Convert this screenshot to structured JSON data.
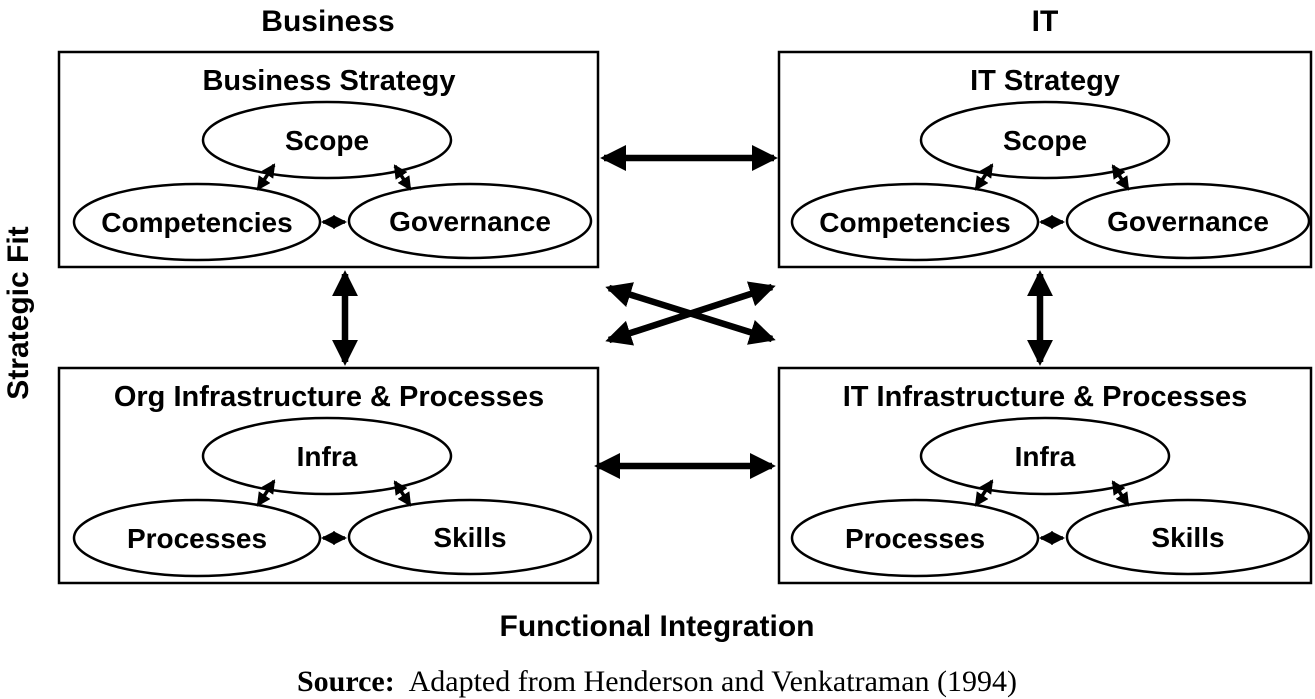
{
  "diagram": {
    "top_labels": {
      "business": "Business",
      "it": "IT"
    },
    "axes": {
      "left": "Strategic Fit",
      "bottom": "Functional Integration"
    },
    "quadrants": [
      {
        "title": "Business Strategy",
        "ellipses": [
          "Scope",
          "Competencies",
          "Governance"
        ]
      },
      {
        "title": "IT Strategy",
        "ellipses": [
          "Scope",
          "Competencies",
          "Governance"
        ]
      },
      {
        "title": "Org Infrastructure & Processes",
        "ellipses": [
          "Infra",
          "Processes",
          "Skills"
        ]
      },
      {
        "title": "IT Infrastructure & Processes",
        "ellipses": [
          "Infra",
          "Processes",
          "Skills"
        ]
      }
    ],
    "source": {
      "prefix": "Source:",
      "text": "Adapted from Henderson and Venkatraman (1994)"
    },
    "colors": {
      "ink": "#000000",
      "background": "#ffffff"
    }
  }
}
